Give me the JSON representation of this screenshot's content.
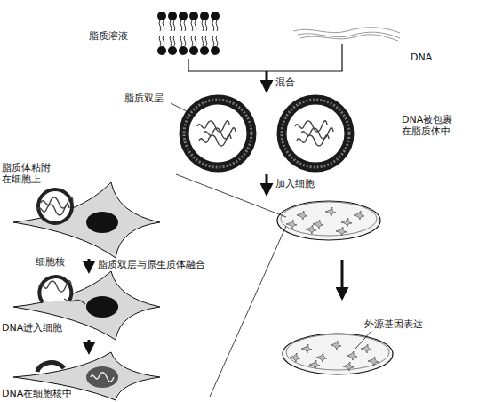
{
  "diagram": {
    "labels": [
      "脂质溶液",
      "DNA",
      "混合",
      "脂质双层",
      "DNA被包裹 在脂质体中",
      "加入细胞",
      "脂质体粘附 在细胞上",
      "细胞核",
      "脂质双层与原生质体融合",
      "DNA进入细胞",
      "DNA在细胞核中",
      "外源基因表达"
    ]
  }
}
